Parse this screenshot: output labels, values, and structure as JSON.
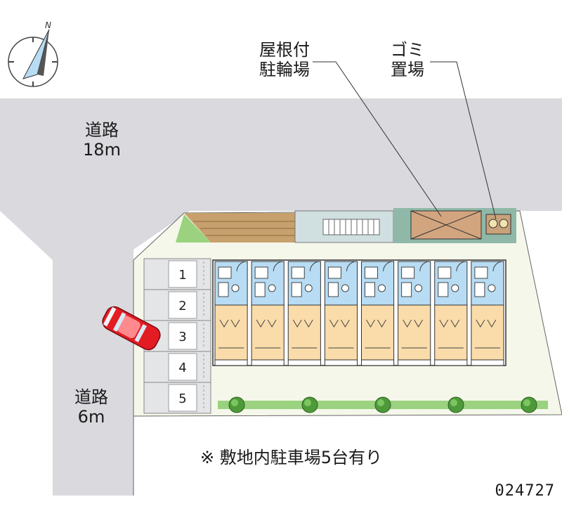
{
  "labels": {
    "main_road": "道路\n18m",
    "side_road": "道路\n6m",
    "bicycle_parking": "屋根付\n駐輪場",
    "garbage": "ゴミ\n置場",
    "note": "※ 敷地内駐車場5台有り",
    "code": "024727"
  },
  "parking_spots": [
    "1",
    "2",
    "3",
    "4",
    "5"
  ],
  "units": 8,
  "icons": [
    "compass-icon",
    "car-icon",
    "tree-icon"
  ],
  "colors": {
    "road": "#d9d9de",
    "site": "#f5f7ea",
    "building_wet": "#b7dcf4",
    "building_room": "#fadcaa",
    "brick": "#c7a06e",
    "green": "#6bbf59",
    "car": "#e31b23",
    "shed": "#c9a27a"
  }
}
